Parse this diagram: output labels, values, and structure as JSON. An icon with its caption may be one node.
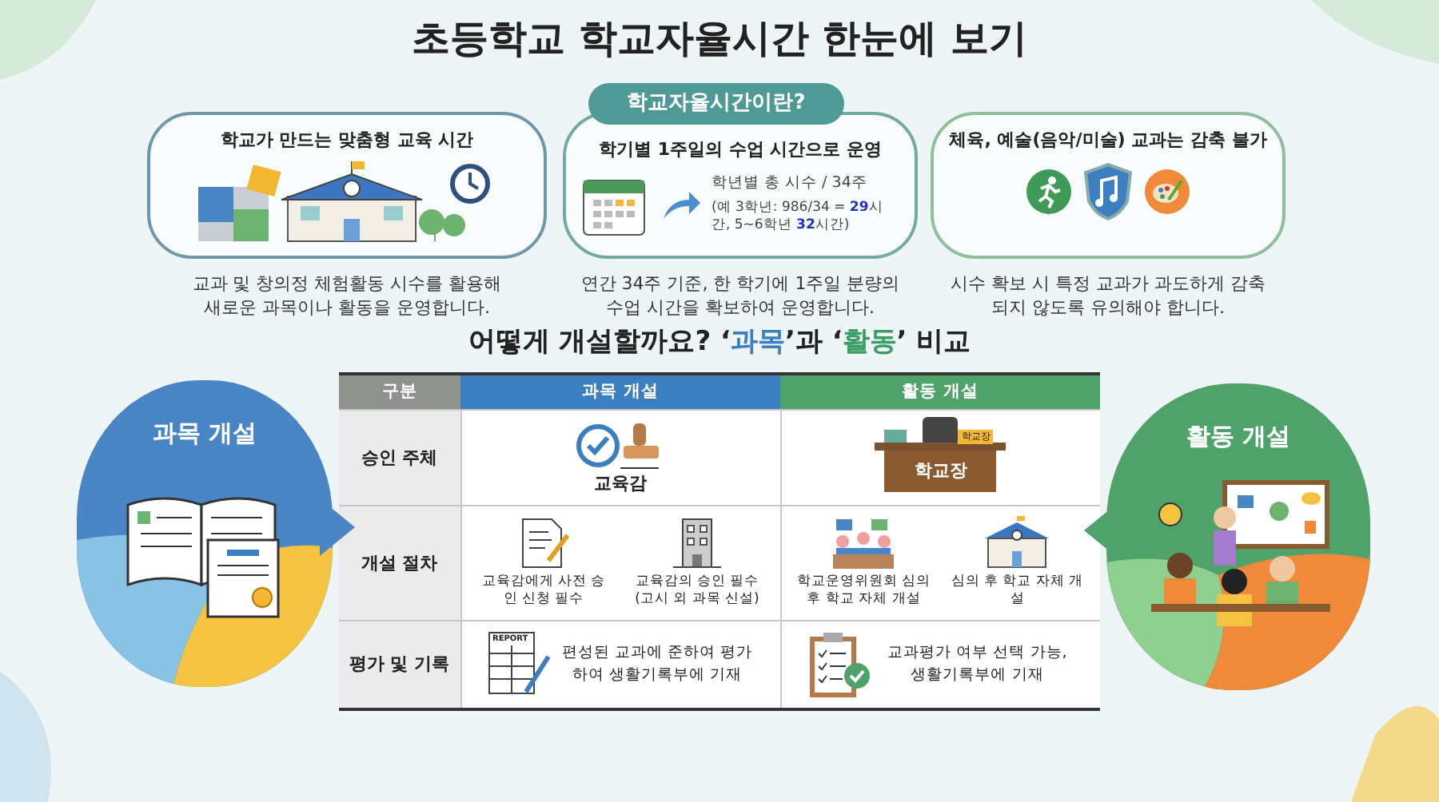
{
  "diagram": {
    "title": "초등학교 학교자율시간 한눈에 보기",
    "nodes": [
      {
        "text": [
          "학교가 만드는 맞춤형 교육 시간"
        ],
        "beside": [
          "교과 및 창의정 체험활동 시수를 활용해 새로운 과목이나 활동을 운영합니다."
        ]
      },
      {
        "text": [
          "학교자율시간이란?"
        ]
      },
      {
        "text": [
          "학기별 1주일의 수업 시간으로 운영",
          "학년별 총 시수 / 34주",
          "(예 3학년: 986/34 = **29**시간, 5~6학년 **32**시간)"
        ],
        "beside": [
          "연간 34주 기준, 한 학기에 1주일 분량의 수업 시간을 확보하여 운영합니다."
        ]
      },
      {
        "text": [
          "체육, 예술(음악/미술) 교과는 감축 불가"
        ],
        "beside": [
          "시수 확보 시 특정 교과가 과도하게 감축되지 않도록 유의해야 합니다."
        ]
      },
      {
        "text": [
          "과목 개설"
        ]
      },
      {
        "text": [
          "활동 개설"
        ]
      }
    ],
    "labels": [
      "어떻게 개설할까요? ‘**과목**’과 ‘*활동*’ 비교",
      "구분",
      "과목 개설",
      "활동 개설",
      "승인 주체",
      "교육감",
      "학교장",
      "학교장",
      "개설 절차",
      "교육감에게 사전 승인 신청 필수",
      "교육감의 승인 필수 (고시 외 과목 신설)",
      "학교운영위원회 심의 후 학교 자체 개설",
      "심의 후 학교 자체 개설",
      "평가 및 기록",
      "REPORT",
      "편성된 교과에 준하여 평가하여 생활기록부에 기재",
      "교과평가 여부 선택 가능, 생활기록부에 기재"
    ]
  }
}
